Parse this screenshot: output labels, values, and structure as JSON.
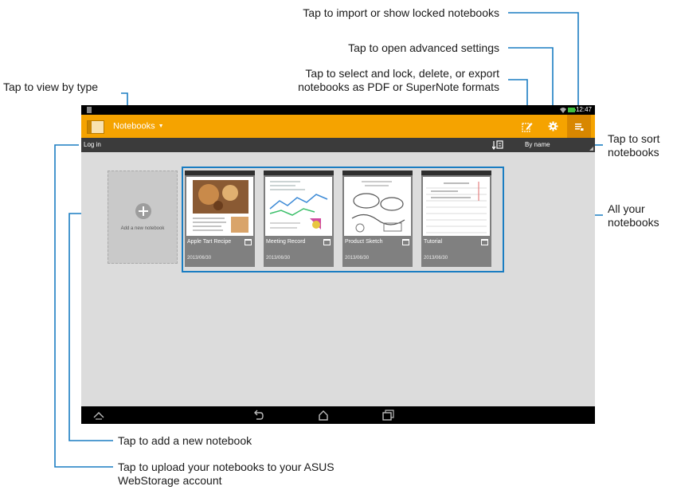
{
  "callouts": {
    "import_locked": "Tap to import or show locked notebooks",
    "advanced_settings": "Tap to open advanced settings",
    "select_lock_line1": "Tap to select and lock, delete, or export",
    "select_lock_line2": "notebooks as PDF or SuperNote formats",
    "view_by_type": "Tap to view by type",
    "sort_line1": "Tap to sort",
    "sort_line2": "notebooks",
    "all_line1": "All your",
    "all_line2": "notebooks",
    "add_new": "Tap to add a new notebook",
    "upload_line1": "Tap to upload your notebooks to your ASUS",
    "upload_line2": "WebStorage account"
  },
  "status": {
    "time": "12:47"
  },
  "actionbar": {
    "title": "Notebooks",
    "dropdown_icon": "caret-down-icon",
    "select_icon": "select-edit-icon",
    "settings_icon": "gear-icon",
    "import_icon": "list-lock-icon"
  },
  "loginbar": {
    "login": "Log in",
    "sort": "By name",
    "sort_icon": "sort-icon"
  },
  "add_notebook": {
    "label": "Add a new notebook",
    "icon": "plus-circle-icon"
  },
  "notebooks": [
    {
      "title": "Apple Tart Recipe",
      "date": "2013/06/30"
    },
    {
      "title": "Meeting Record",
      "date": "2013/06/30"
    },
    {
      "title": "Product Sketch",
      "date": "2013/06/30"
    },
    {
      "title": "Tutorial",
      "date": "2013/06/30"
    }
  ],
  "navbar": {
    "icons": [
      "collapse-icon",
      "back-icon",
      "home-icon",
      "recent-apps-icon"
    ]
  },
  "colors": {
    "accent": "#f5a300",
    "callout_line": "#1a7dc2",
    "screen_bg": "#dcdcdc",
    "dark_bar": "#3b3b3b"
  }
}
